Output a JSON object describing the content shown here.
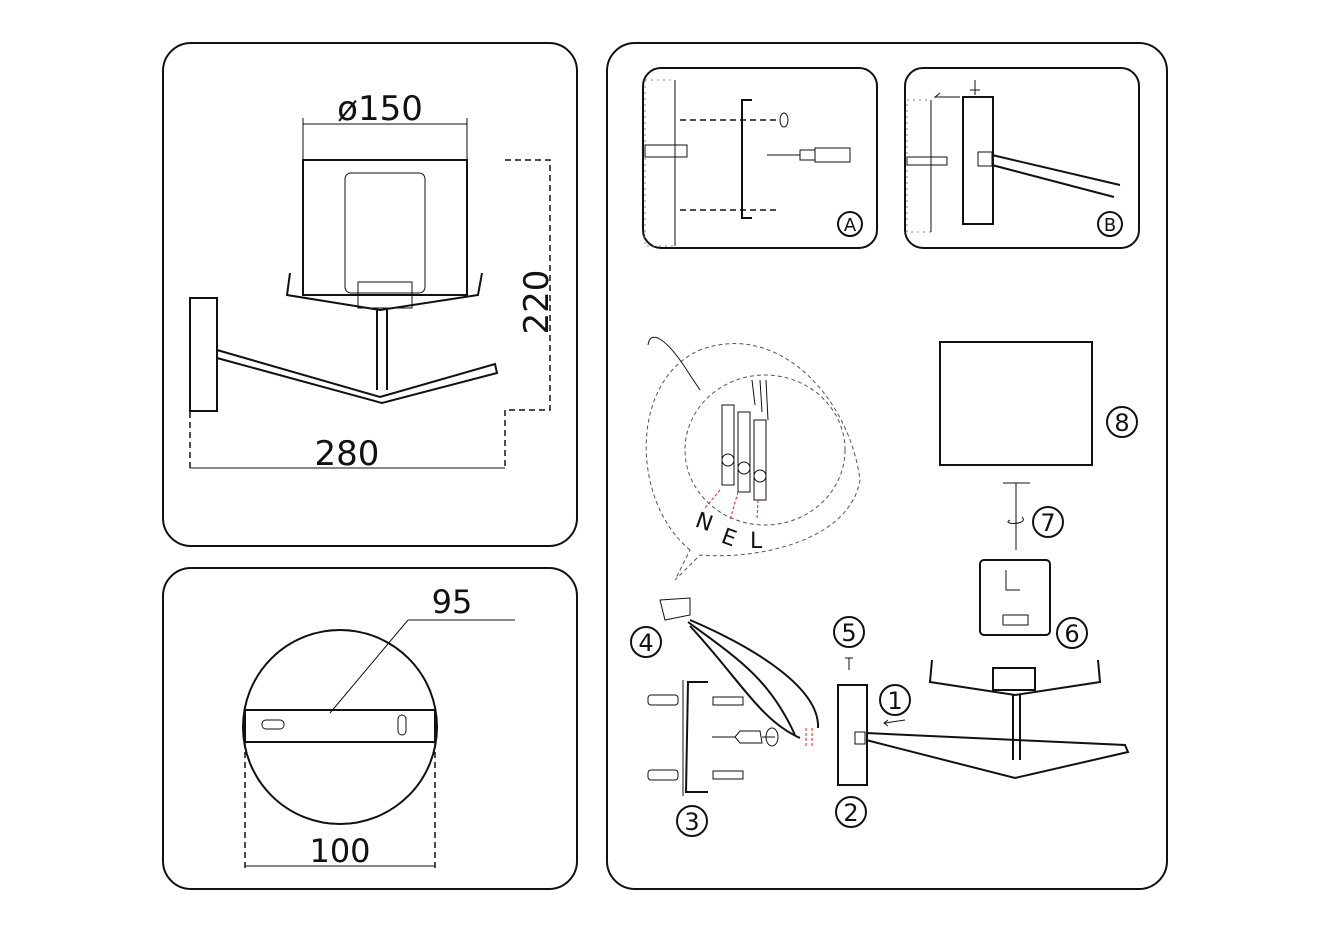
{
  "dimensions": {
    "shade_diameter": "ø150",
    "height": "220",
    "width": "280",
    "plate_mount": "95",
    "plate_diameter": "100"
  },
  "detail_labels": {
    "a": "A",
    "b": "B"
  },
  "wiring_labels": {
    "n": "N",
    "e": "E",
    "l": "L"
  },
  "steps": [
    "1",
    "2",
    "3",
    "4",
    "5",
    "6",
    "7",
    "8"
  ]
}
